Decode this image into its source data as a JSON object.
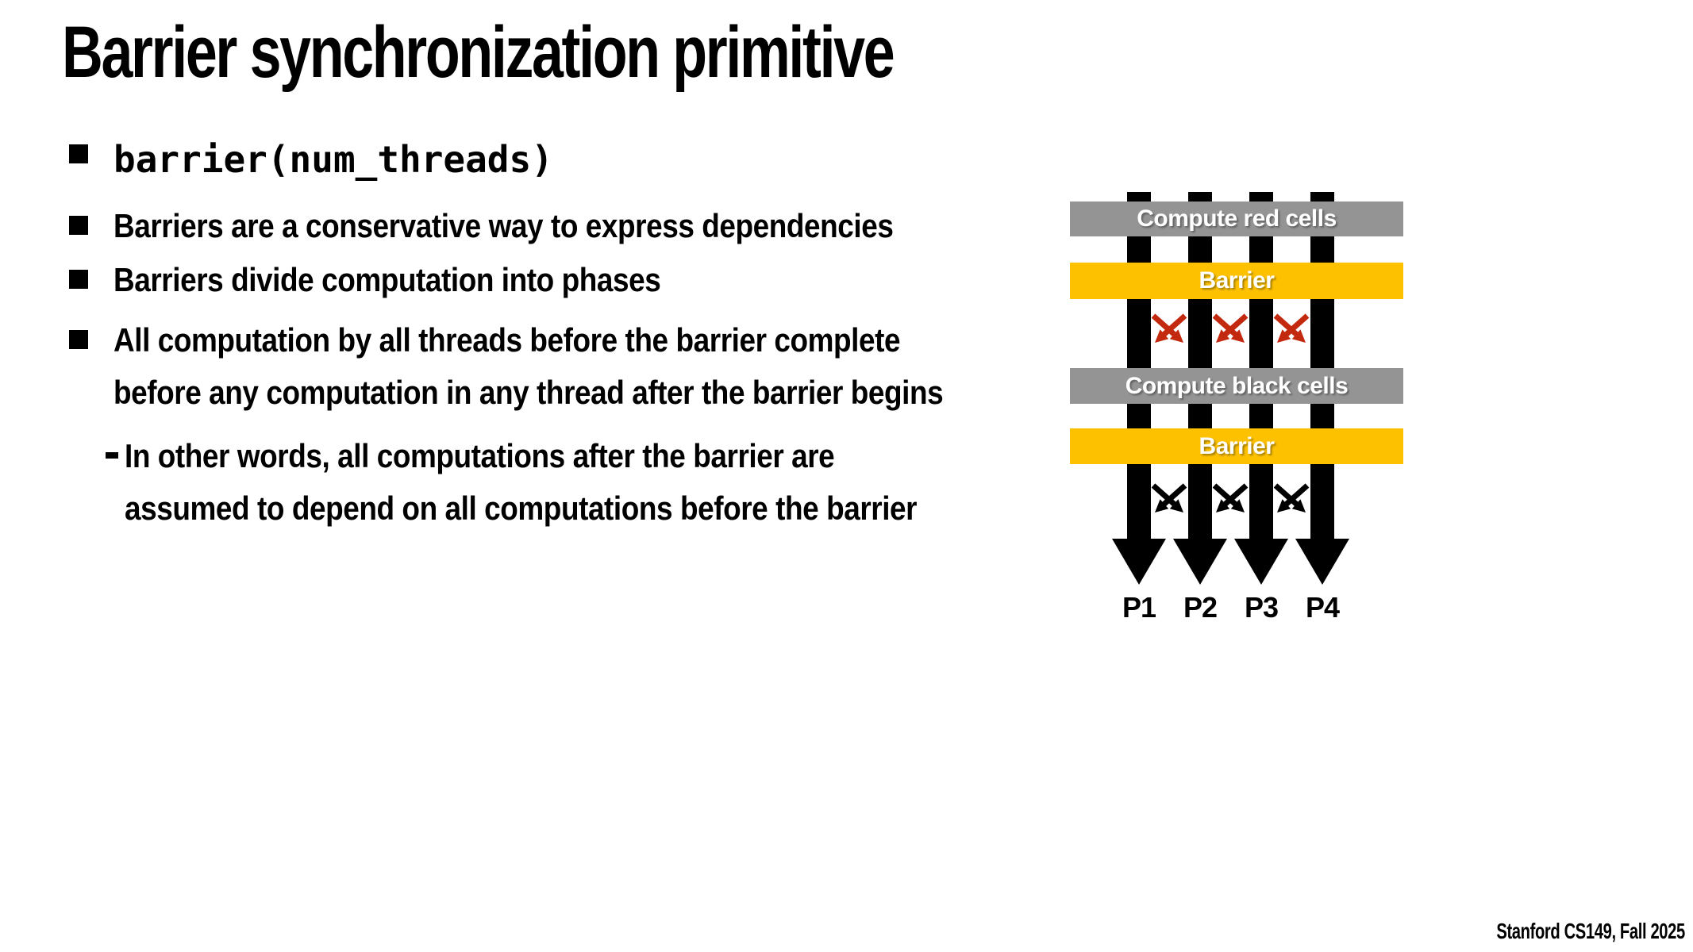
{
  "slide": {
    "title": "Barrier synchronization primitive",
    "footer": "Stanford CS149, Fall 2025"
  },
  "bullets": [
    {
      "label": "barrier(num_threads)",
      "style": "code"
    },
    {
      "label": "Barriers are a conservative way to express dependencies"
    },
    {
      "label": "Barriers divide computation into phases"
    },
    {
      "label": "All computation by all threads before the barrier complete\nbefore any computation in any thread after the barrier begins"
    }
  ],
  "sub_bullet": {
    "label": "In other words, all computations after the barrier are\nassumed to depend on all computations before the barrier"
  },
  "diagram": {
    "phase1_label": "Compute red cells",
    "barrier1_label": "Barrier",
    "phase2_label": "Compute black cells",
    "barrier2_label": "Barrier",
    "thread_labels": [
      "P1",
      "P2",
      "P3",
      "P4"
    ],
    "colors": {
      "phase_bar": "#949494",
      "barrier_bar": "#FDC100",
      "dependency_arrows_phase1": "#C3290F",
      "dependency_arrows_phase2": "#000000",
      "thread": "#000000"
    }
  }
}
